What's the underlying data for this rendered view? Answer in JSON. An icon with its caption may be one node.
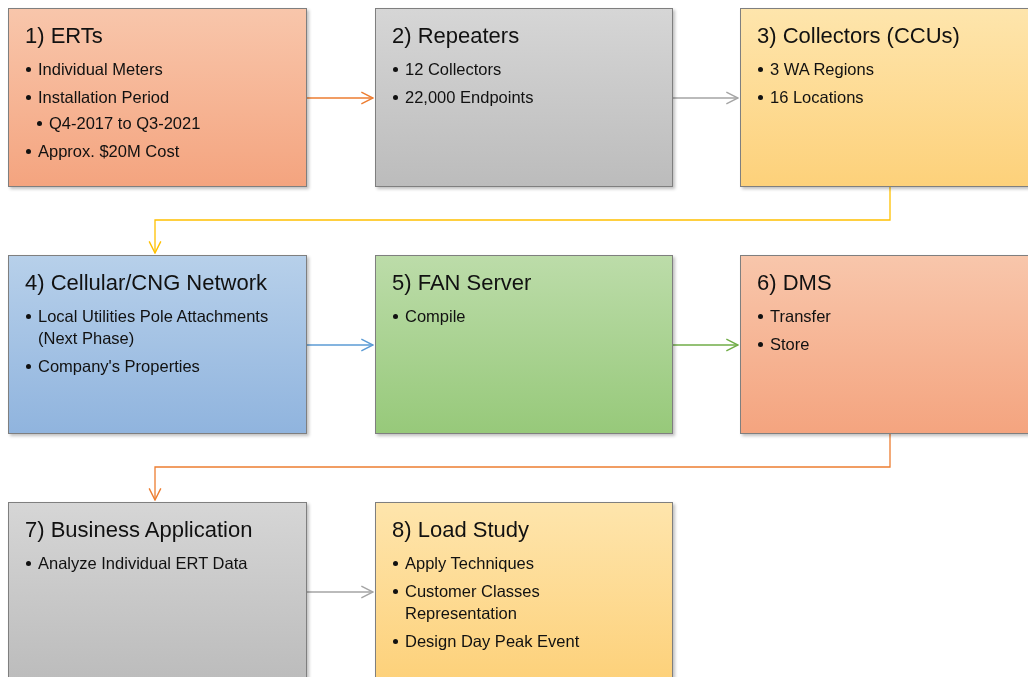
{
  "diagram": {
    "nodes": [
      {
        "text": [
          "1) ERTs",
          "Individual Meters",
          "Installation Period",
          "Q4-2017 to Q3-2021",
          "Approx. $20M Cost"
        ]
      },
      {
        "text": [
          "2) Repeaters",
          "12 Collectors",
          "22,000 Endpoints"
        ]
      },
      {
        "text": [
          "3) Collectors (CCUs)",
          "3 WA Regions",
          "16 Locations"
        ]
      },
      {
        "text": [
          "4) Cellular/CNG Network",
          "Local Utilities Pole Attachments (Next Phase)",
          "Company's Properties"
        ]
      },
      {
        "text": [
          "5) FAN Server",
          "Compile"
        ]
      },
      {
        "text": [
          "6) DMS",
          "Transfer",
          "Store"
        ]
      },
      {
        "text": [
          "7) Business Application",
          "Analyze Individual ERT Data"
        ]
      },
      {
        "text": [
          "8) Load Study",
          "Apply Techniques",
          "Customer Classes Representation",
          "Design Day Peak Event"
        ]
      }
    ],
    "edges": [
      {
        "from": 0,
        "to": 1,
        "arrow": "to",
        "color": "#ed7d31"
      },
      {
        "from": 1,
        "to": 2,
        "arrow": "to",
        "color": "#a5a5a5"
      },
      {
        "from": 2,
        "to": 3,
        "arrow": "to",
        "color": "#ffc000"
      },
      {
        "from": 3,
        "to": 4,
        "arrow": "to",
        "color": "#5b9bd5"
      },
      {
        "from": 4,
        "to": 5,
        "arrow": "to",
        "color": "#70ad47"
      },
      {
        "from": 5,
        "to": 6,
        "arrow": "to",
        "color": "#ed7d31"
      },
      {
        "from": 6,
        "to": 7,
        "arrow": "to",
        "color": "#a5a5a5"
      }
    ]
  }
}
